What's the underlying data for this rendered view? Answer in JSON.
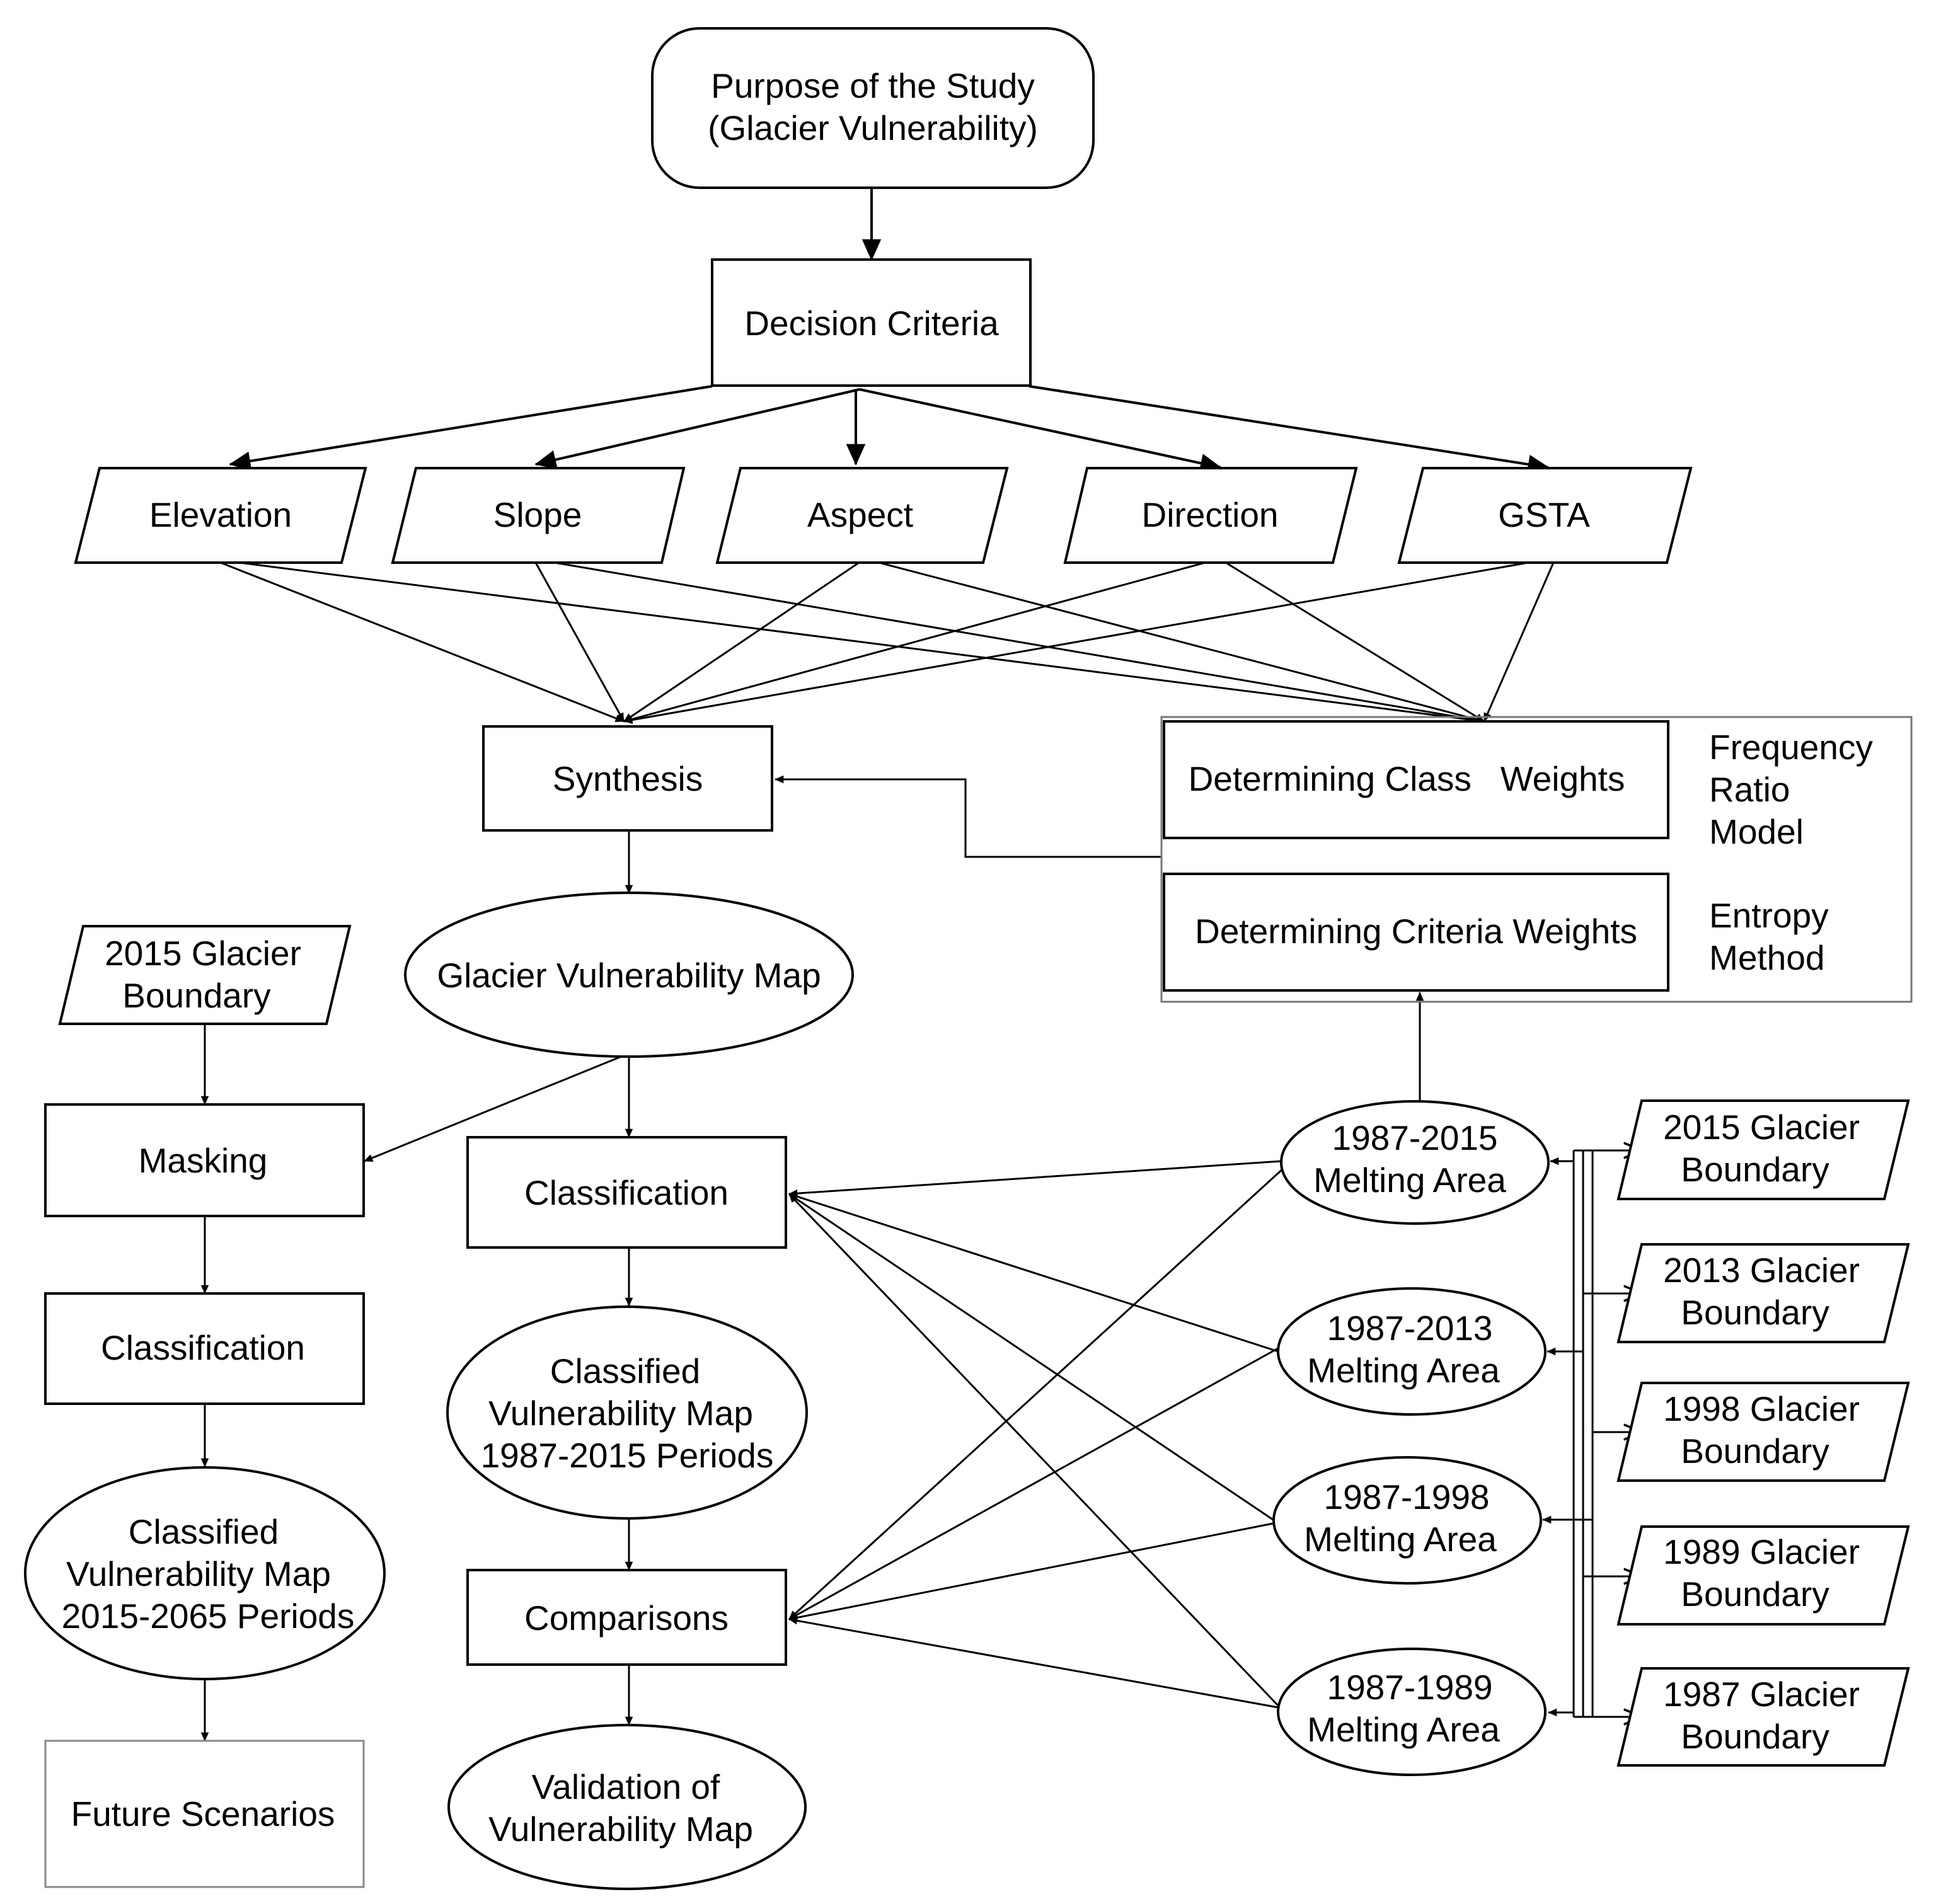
{
  "nodes": {
    "purpose": [
      "Purpose of the Study",
      "(Glacier Vulnerability)"
    ],
    "decision": "Decision Criteria",
    "elevation": "Elevation",
    "slope": "Slope",
    "aspect": "Aspect",
    "direction": "Direction",
    "gsta": "GSTA",
    "synthesis": "Synthesis",
    "class_weights": "Determining Class   Weights",
    "criteria_weights": "Determining Criteria Weights",
    "frequency_ratio": [
      "Frequency",
      "Ratio",
      "Model"
    ],
    "entropy": [
      "Entropy",
      "Method"
    ],
    "gvm": "Glacier Vulnerability Map",
    "boundary_2015_left": [
      "2015 Glacier",
      "Boundary"
    ],
    "masking": "Masking",
    "classification_left": "Classification",
    "classified_2065": [
      "Classified",
      "Vulnerability Map",
      "2015-2065 Periods"
    ],
    "future": "Future Scenarios",
    "classification_mid": "Classification",
    "classified_1987": [
      "Classified",
      "Vulnerability Map",
      "1987-2015 Periods"
    ],
    "comparisons": "Comparisons",
    "validation": [
      "Validation of",
      "Vulnerability Map"
    ],
    "melt_2015": [
      "1987-2015",
      "Melting Area"
    ],
    "melt_2013": [
      "1987-2013",
      "Melting Area"
    ],
    "melt_1998": [
      "1987-1998",
      "Melting Area"
    ],
    "melt_1989": [
      "1987-1989",
      "Melting Area"
    ],
    "gb_2015": [
      "2015 Glacier",
      "Boundary"
    ],
    "gb_2013": [
      "2013 Glacier",
      "Boundary"
    ],
    "gb_1998": [
      "1998 Glacier",
      "Boundary"
    ],
    "gb_1989": [
      "1989 Glacier",
      "Boundary"
    ],
    "gb_1987": [
      "1987 Glacier",
      "Boundary"
    ]
  }
}
